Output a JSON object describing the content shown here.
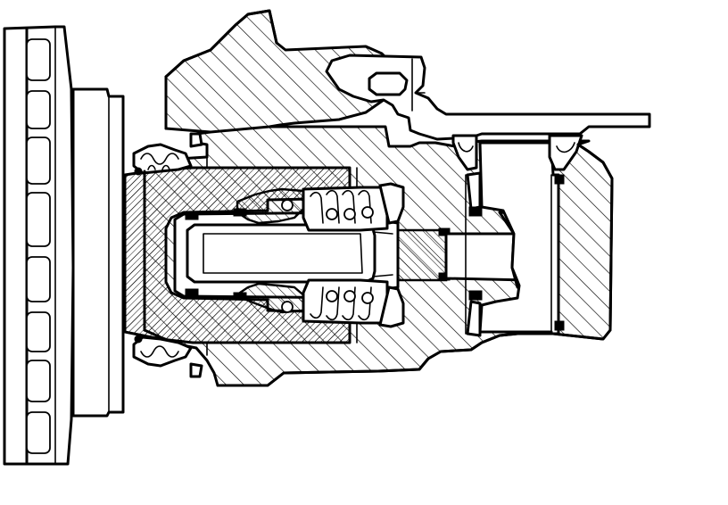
{
  "diagram": {
    "style": "monochrome technical line drawing, hatched cross-section",
    "colors": {
      "ink": "#000000",
      "paper": "#ffffff"
    },
    "parts": [
      "brake-disc",
      "caliper-housing",
      "caliper-mounting-bracket",
      "caliper-piston",
      "piston-seal",
      "dust-boot",
      "adjuster-spindle",
      "adjuster-nut",
      "coil-spring",
      "thrust-bearing",
      "handbrake-operating-shaft",
      "shaft-seal",
      "cam-lever"
    ]
  }
}
